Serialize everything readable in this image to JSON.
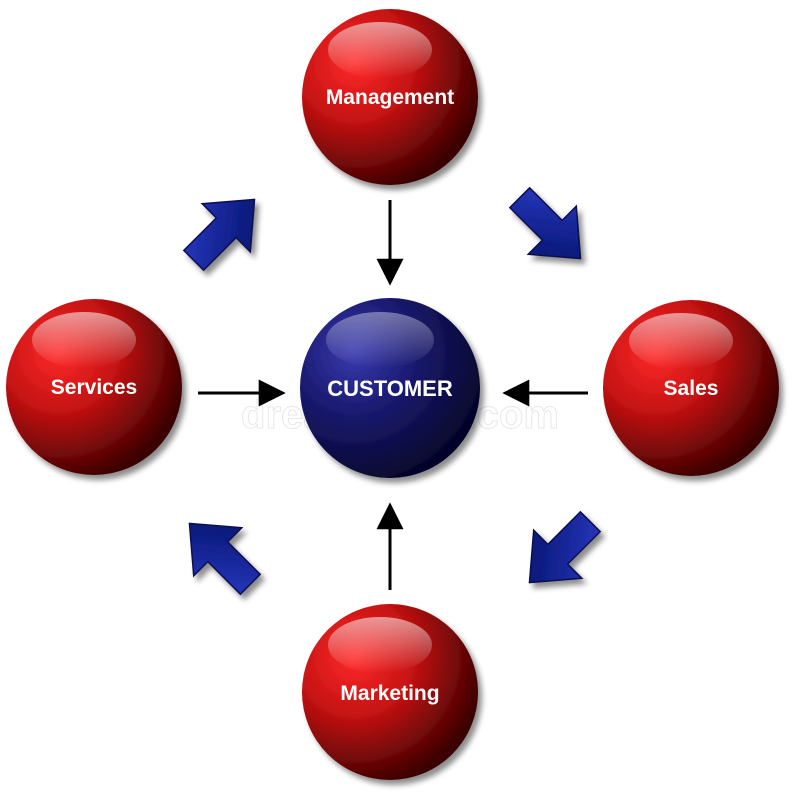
{
  "diagram": {
    "center": {
      "label": "CUSTOMER",
      "color": "#14145a"
    },
    "nodes": [
      {
        "id": "management",
        "label": "Management",
        "color": "#b01010"
      },
      {
        "id": "sales",
        "label": "Sales",
        "color": "#b01010"
      },
      {
        "id": "marketing",
        "label": "Marketing",
        "color": "#b01010"
      },
      {
        "id": "services",
        "label": "Services",
        "color": "#b01010"
      }
    ],
    "connector_arrows": [
      {
        "from": "management",
        "to": "customer"
      },
      {
        "from": "sales",
        "to": "customer"
      },
      {
        "from": "marketing",
        "to": "customer"
      },
      {
        "from": "services",
        "to": "customer"
      }
    ],
    "cycle_arrows": [
      {
        "from": "services",
        "to": "management",
        "color": "#1a2a9e"
      },
      {
        "from": "management",
        "to": "sales",
        "color": "#1a2a9e"
      },
      {
        "from": "sales",
        "to": "marketing",
        "color": "#1a2a9e"
      },
      {
        "from": "marketing",
        "to": "services",
        "color": "#1a2a9e"
      }
    ],
    "watermark": "dreamstime.com"
  }
}
